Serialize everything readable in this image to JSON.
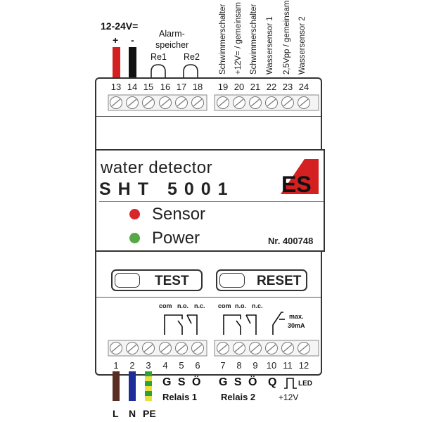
{
  "top": {
    "voltage": "12-24V=",
    "plus": "+",
    "minus": "-",
    "alarm_line1": "Alarm-",
    "alarm_line2": "speicher",
    "re1": "Re1",
    "re2": "Re2",
    "sensor_labels": [
      "Schwimmerschalter",
      "+12V= / gemeinsam",
      "Schwimmerschalter",
      "Wassersensor 1",
      "2,5Vpp / gemeinsam",
      "Wassersensor 2"
    ],
    "terminals": [
      "13",
      "14",
      "15",
      "16",
      "17",
      "18",
      "19",
      "20",
      "21",
      "22",
      "23",
      "24"
    ]
  },
  "panel": {
    "title": "water detector",
    "model": "SHT 5001",
    "logo_text": "ES",
    "sensor_label": "Sensor",
    "power_label": "Power",
    "serial": "Nr. 400748"
  },
  "buttons": {
    "test": "TEST",
    "reset": "RESET"
  },
  "relay": {
    "com": "com",
    "no": "n.o.",
    "nc": "n.c.",
    "max_line1": "max.",
    "max_line2": "30mA"
  },
  "bottom": {
    "terminals": [
      "1",
      "2",
      "3",
      "4",
      "5",
      "6",
      "7",
      "8",
      "9",
      "10",
      "11",
      "12"
    ],
    "L": "L",
    "N": "N",
    "PE": "PE",
    "gso1": "G S Ö",
    "gso2": "G S Ö",
    "Q": "Q",
    "led": "LED",
    "relais1": "Relais 1",
    "relais2": "Relais 2",
    "plus12v": "+12V"
  },
  "colors": {
    "red_wire": "#d42020",
    "black_wire": "#111111",
    "brown_wire": "#5a2d22",
    "blue_wire": "#1d2e9c",
    "green_wire": "#2aa33a",
    "yellow_wire": "#e8e13a",
    "led_red": "#d8262a",
    "led_green": "#56a844",
    "logo_red": "#d42020"
  }
}
